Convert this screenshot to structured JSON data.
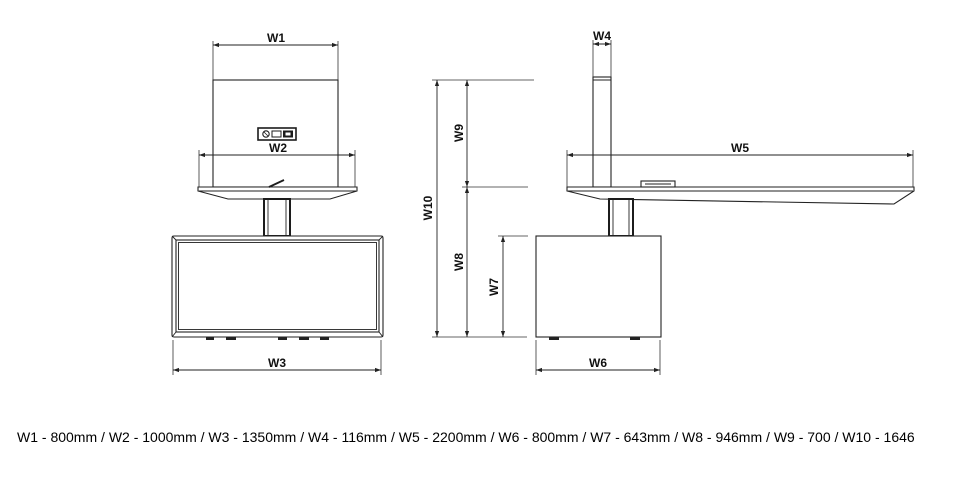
{
  "dimensions": [
    {
      "label": "W1",
      "value": "800mm"
    },
    {
      "label": "W2",
      "value": "1000mm"
    },
    {
      "label": "W3",
      "value": "1350mm"
    },
    {
      "label": "W4",
      "value": "116mm"
    },
    {
      "label": "W5",
      "value": "2200mm"
    },
    {
      "label": "W6",
      "value": "800mm"
    },
    {
      "label": "W7",
      "value": "643mm"
    },
    {
      "label": "W8",
      "value": "946mm"
    },
    {
      "label": "W9",
      "value": "700"
    },
    {
      "label": "W10",
      "value": "1646"
    }
  ],
  "legend": {
    "pair_separator": " - ",
    "item_separator": " / "
  }
}
